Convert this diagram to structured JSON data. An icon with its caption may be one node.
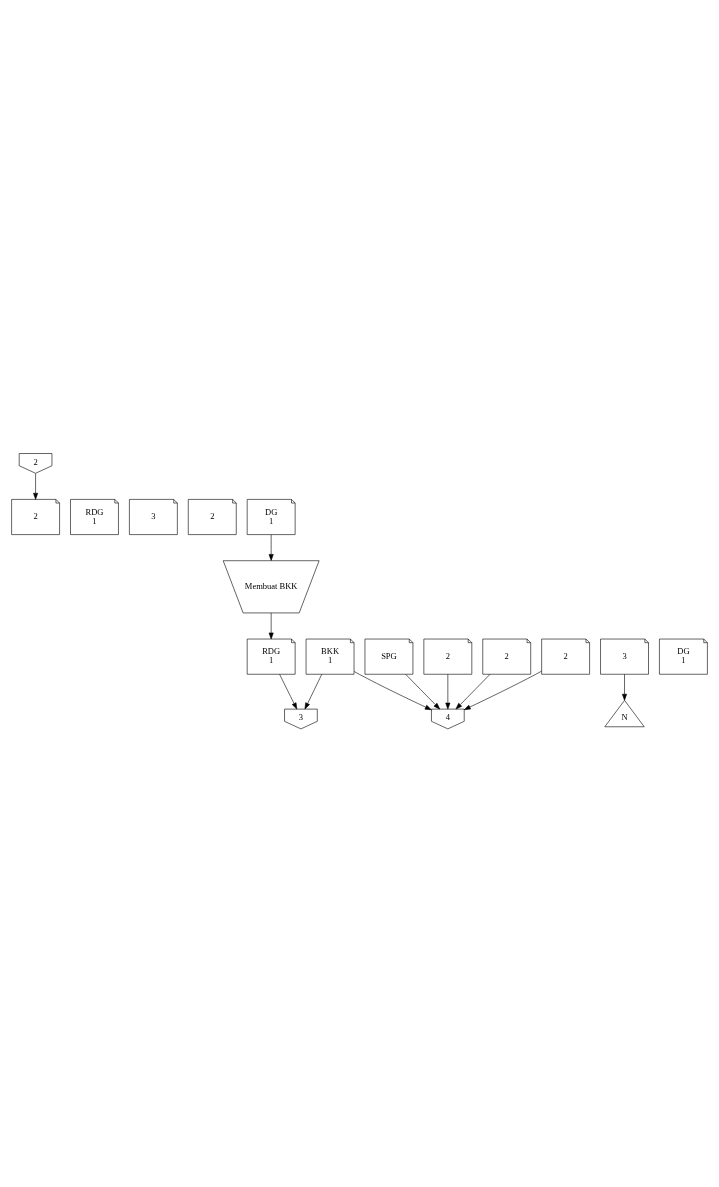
{
  "diagram": {
    "nodes": [
      {
        "text": [
          "2"
        ]
      },
      {
        "text": [
          "2"
        ]
      },
      {
        "text": [
          "RDG",
          "1"
        ]
      },
      {
        "text": [
          "3"
        ]
      },
      {
        "text": [
          "2"
        ]
      },
      {
        "text": [
          "DG",
          "1"
        ]
      },
      {
        "text": [
          "Membuat BKK"
        ]
      },
      {
        "text": [
          "SPG"
        ]
      },
      {
        "text": [
          "2"
        ]
      },
      {
        "text": [
          "RDG",
          "1"
        ]
      },
      {
        "text": [
          "3"
        ]
      },
      {
        "text": [
          "2"
        ]
      },
      {
        "text": [
          "DG",
          "1"
        ]
      },
      {
        "text": [
          "2"
        ]
      },
      {
        "text": [
          "BKK",
          "1"
        ]
      },
      {
        "text": [
          "3"
        ]
      },
      {
        "text": [
          "N"
        ]
      },
      {
        "text": [
          "4"
        ]
      }
    ],
    "edges": [
      {
        "from": 0,
        "to": 1,
        "arrow": "to"
      },
      {
        "from": 5,
        "to": 6,
        "arrow": "to"
      },
      {
        "from": 6,
        "to": 9,
        "arrow": "to"
      },
      {
        "from": 9,
        "to": 15,
        "arrow": "to"
      },
      {
        "from": 14,
        "to": 15,
        "arrow": "to"
      },
      {
        "from": 7,
        "to": 17,
        "arrow": "to"
      },
      {
        "from": 8,
        "to": 17,
        "arrow": "to"
      },
      {
        "from": 11,
        "to": 17,
        "arrow": "to"
      },
      {
        "from": 13,
        "to": 17,
        "arrow": "to"
      },
      {
        "from": 14,
        "to": 17,
        "arrow": "to"
      },
      {
        "from": 10,
        "to": 16,
        "arrow": "to"
      }
    ]
  }
}
